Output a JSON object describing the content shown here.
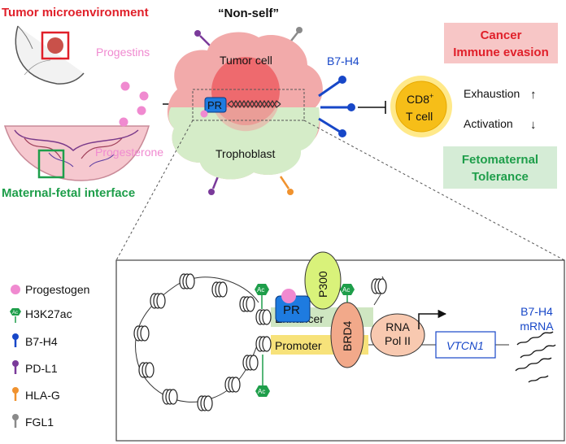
{
  "labels": {
    "tumor_microenvironment": "Tumor microenvironment",
    "maternal_fetal_interface": "Maternal-fetal interface",
    "progestins": "Progestins",
    "progesterone": "Progesterone",
    "non_self": "“Non-self”",
    "tumor_cell": "Tumor cell",
    "trophoblast": "Trophoblast",
    "pr": "PR",
    "b7h4": "B7-H4",
    "cd8_main": "CD8",
    "cd8_sup": "+",
    "t_cell": "T cell",
    "exhaustion": "Exhaustion",
    "activation": "Activation",
    "up_arrow": "↑",
    "down_arrow": "↓",
    "cancer_line1": "Cancer",
    "cancer_line2": "Immune evasion",
    "feto_line1": "Fetomaternal",
    "feto_line2": "Tolerance"
  },
  "legend": [
    {
      "label": "Progestogen",
      "icon": "pink-dot-icon",
      "color": "#f08ad0"
    },
    {
      "label": "H3K27ac",
      "icon": "ac-hexagon-icon",
      "color": "#1e9e4a"
    },
    {
      "label": "B7-H4",
      "icon": "lollipop-icon",
      "color": "#1747c8"
    },
    {
      "label": "PD-L1",
      "icon": "lollipop-icon",
      "color": "#7a3a9a"
    },
    {
      "label": "HLA-G",
      "icon": "lollipop-icon",
      "color": "#f0922e"
    },
    {
      "label": "FGL1",
      "icon": "lollipop-icon",
      "color": "#8a8a8a"
    }
  ],
  "detail": {
    "ac": "Ac",
    "pr": "PR",
    "p300": "P300",
    "brd4": "BRD4",
    "rna_line1": "RNA",
    "rna_line2": "Pol II",
    "enhancer": "Enhancer",
    "promoter": "Promoter",
    "vtcn1": "VTCN1",
    "mrna_line1": "B7-H4",
    "mrna_line2": "mRNA"
  },
  "colors": {
    "red_title": "#e0202a",
    "green_title": "#1e9e4a",
    "pink": "#f08ad0",
    "blue": "#1747c8",
    "tumor_cell_fill": "#f2aaaa",
    "trophoblast_fill": "#d5ecc8",
    "cancer_box": "#f7c6c6",
    "feto_box": "#d5ecd6",
    "tcell_fill": "#f6be18",
    "tcell_ring": "#ffe98a",
    "p300_fill": "#d9f27a",
    "brd4_fill": "#f2a98a",
    "rna_fill": "#f8c9b0",
    "enhancer_fill": "#cfe6c2",
    "promoter_fill": "#f7e27a",
    "pr_fill": "#1e7be0"
  }
}
